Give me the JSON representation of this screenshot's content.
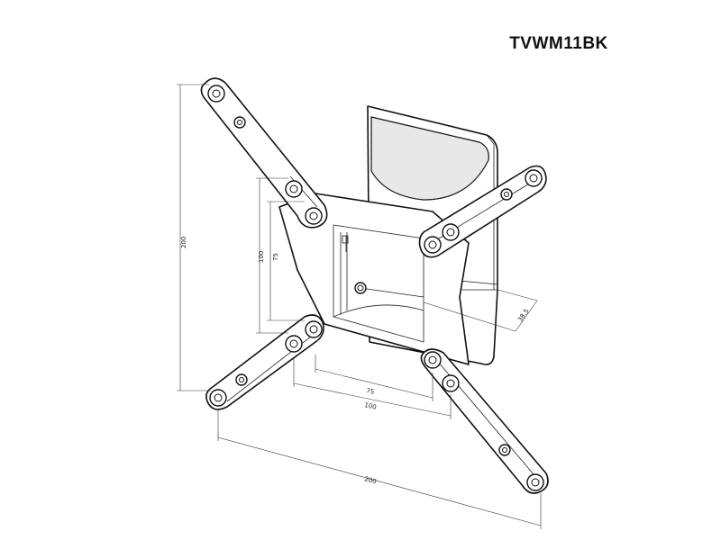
{
  "title": "TVWM11BK",
  "dimensions": {
    "outer_height": "200",
    "outer_width": "200",
    "inner_height_large": "100",
    "inner_height_small": "75",
    "inner_width_small": "75",
    "inner_width_large": "100",
    "depth": "38.5"
  },
  "colors": {
    "line": "#111111",
    "background": "#ffffff"
  }
}
